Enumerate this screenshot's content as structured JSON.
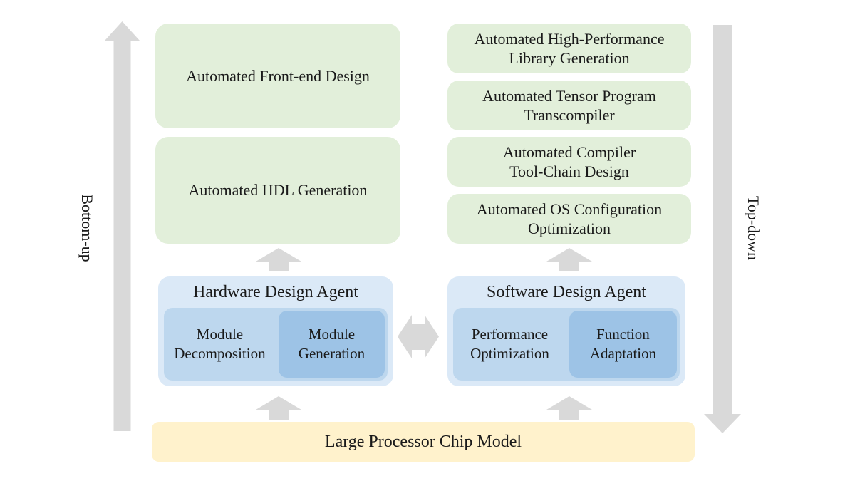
{
  "palette": {
    "green": "#e2efda",
    "blue_outer": "#dbe9f7",
    "blue_mid": "#bdd7ee",
    "blue_dark": "#9dc3e6",
    "yellow": "#fff2cc",
    "arrow_gray": "#d9d9d9",
    "text": "#1a1a1a"
  },
  "side_labels": {
    "bottom_up": "Bottom-up",
    "top_down": "Top-down"
  },
  "hardware_outputs": [
    {
      "label": "Automated Front-end Design"
    },
    {
      "label": "Automated HDL Generation"
    }
  ],
  "software_outputs": [
    {
      "label": "Automated High-Performance\nLibrary Generation"
    },
    {
      "label": "Automated Tensor Program\nTranscompiler"
    },
    {
      "label": "Automated Compiler\nTool-Chain Design"
    },
    {
      "label": "Automated OS Configuration\nOptimization"
    }
  ],
  "agents": {
    "hardware": {
      "title": "Hardware Design Agent",
      "sub_left": "Module\nDecomposition",
      "sub_right": "Module\nGeneration"
    },
    "software": {
      "title": "Software Design Agent",
      "sub_left": "Performance\nOptimization",
      "sub_right": "Function\nAdaptation"
    }
  },
  "foundation": {
    "label": "Large Processor Chip Model"
  }
}
